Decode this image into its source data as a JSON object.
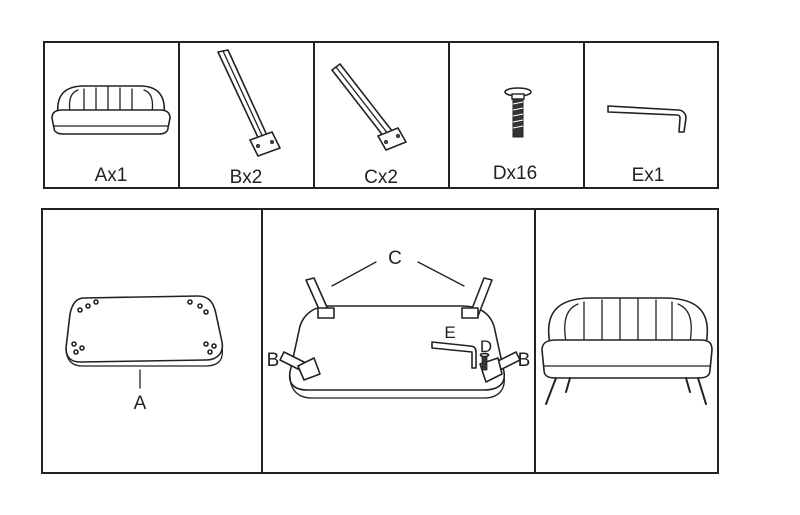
{
  "parts": [
    {
      "id": "sofa",
      "label": "Ax1"
    },
    {
      "id": "leg-b",
      "label": "Bx2"
    },
    {
      "id": "leg-c",
      "label": "Cx2"
    },
    {
      "id": "screw",
      "label": "Dx16"
    },
    {
      "id": "allen-key",
      "label": "Ex1"
    }
  ],
  "steps": {
    "step1": {
      "callout_a": "A"
    },
    "step2": {
      "callout_c": "C",
      "callout_b_left": "B",
      "callout_b_right": "B",
      "callout_e": "E",
      "callout_d": "D"
    }
  }
}
